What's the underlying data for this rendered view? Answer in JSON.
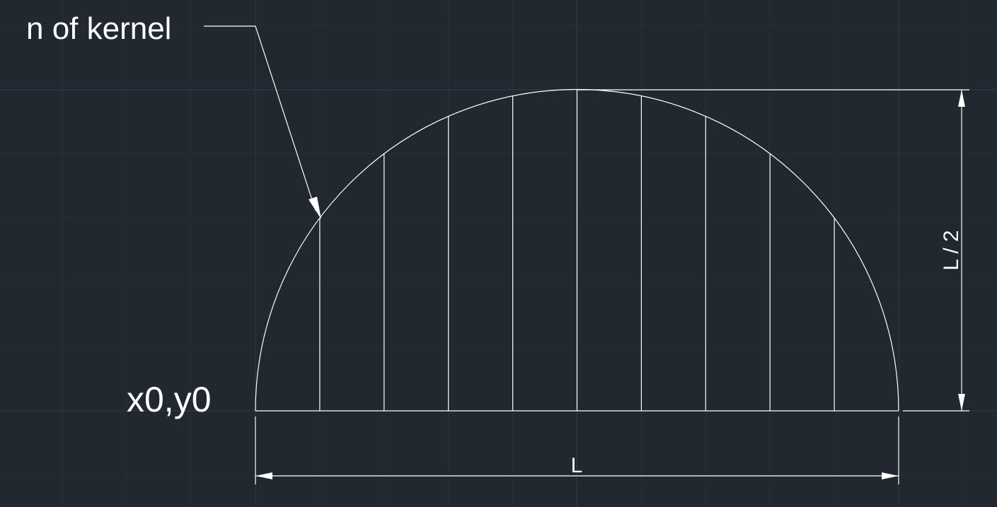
{
  "labels": {
    "leader": "n of kernel",
    "origin": "x0,y0",
    "width": "L",
    "height": "L / 2"
  },
  "semicircle": {
    "slices": 10
  },
  "colors": {
    "background": "#212830",
    "grid_minor": "#272f39",
    "grid_major": "#303a46",
    "line": "#ffffff"
  }
}
